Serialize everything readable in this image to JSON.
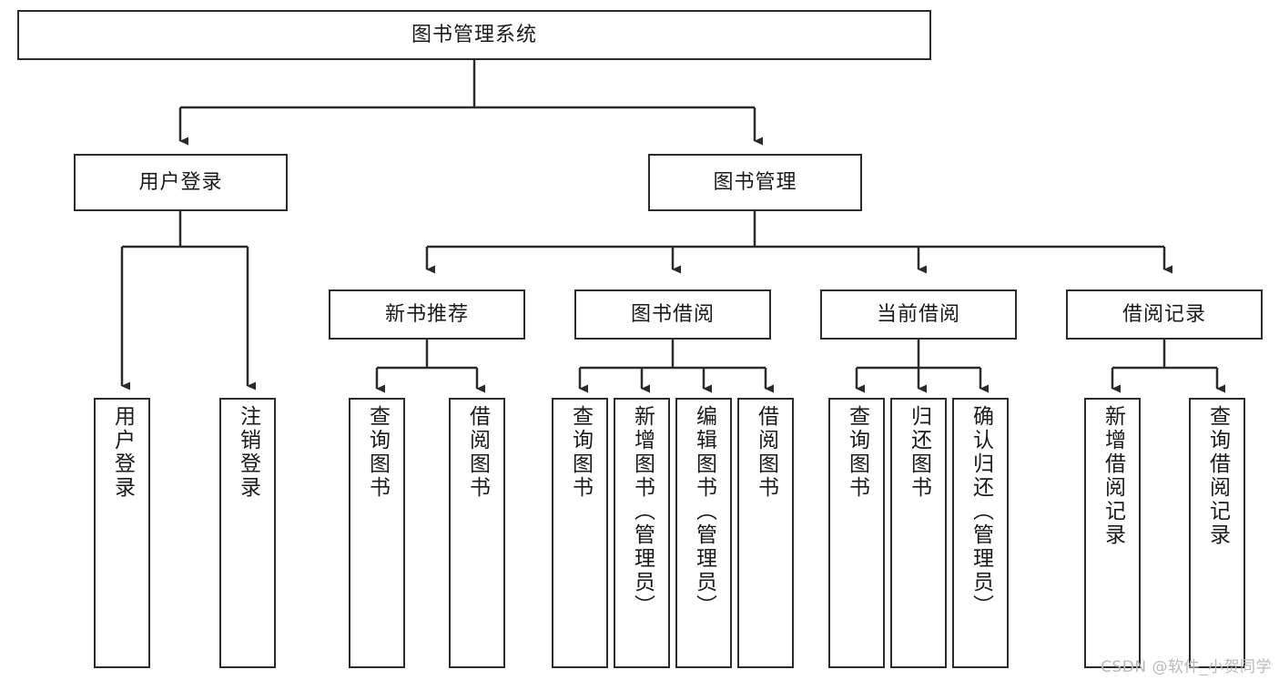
{
  "diagram": {
    "title": "图书管理系统",
    "type": "tree-hierarchy-chart",
    "orientation": "top-down",
    "line_color": "#2b2b2b",
    "box_fill": "#ffffff",
    "text_color": "#1a1a1a",
    "levels": {
      "root": {
        "label": "图书管理系统"
      },
      "level2": [
        {
          "label": "用户登录"
        },
        {
          "label": "图书管理"
        }
      ],
      "level3": [
        {
          "label": "新书推荐"
        },
        {
          "label": "图书借阅"
        },
        {
          "label": "当前借阅"
        },
        {
          "label": "借阅记录"
        }
      ],
      "leaves": {
        "user_login": [
          {
            "label": "用户登录"
          },
          {
            "label": "注销登录"
          }
        ],
        "new_book_recommend": [
          {
            "label": "查询图书"
          },
          {
            "label": "借阅图书"
          }
        ],
        "book_borrow": [
          {
            "label": "查询图书"
          },
          {
            "label": "新增图书（管理员）"
          },
          {
            "label": "编辑图书（管理员）"
          },
          {
            "label": "借阅图书"
          }
        ],
        "current_borrow": [
          {
            "label": "查询图书"
          },
          {
            "label": "归还图书"
          },
          {
            "label": "确认归还（管理员）"
          }
        ],
        "borrow_record": [
          {
            "label": "新增借阅记录"
          },
          {
            "label": "查询借阅记录"
          }
        ]
      }
    }
  },
  "watermark": {
    "text": "CSDN @软件_小贺同学"
  }
}
